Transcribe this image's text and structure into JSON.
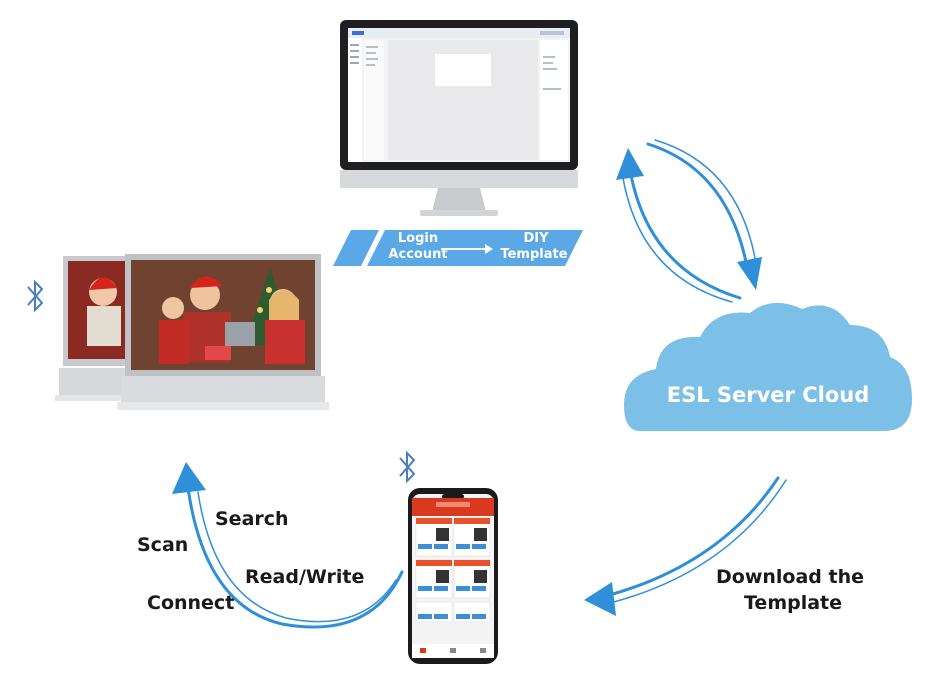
{
  "diagram": {
    "banner": {
      "step1_line1": "Login",
      "step1_line2": "Account",
      "step2_line1": "DIY",
      "step2_line2": "Template"
    },
    "cloud": {
      "label": "ESL Server Cloud"
    },
    "download": {
      "line1": "Download the",
      "line2": "Template"
    },
    "phone_actions": {
      "search": "Search",
      "scan": "Scan",
      "read_write": "Read/Write",
      "connect": "Connect"
    },
    "colors": {
      "accent_blue": "#2f8fd8",
      "cloud_blue": "#7cc0e8",
      "banner_blue": "#5aa9e6",
      "phone_red": "#d93a1f"
    },
    "icons": [
      "bluetooth-icon",
      "bluetooth-icon"
    ]
  }
}
